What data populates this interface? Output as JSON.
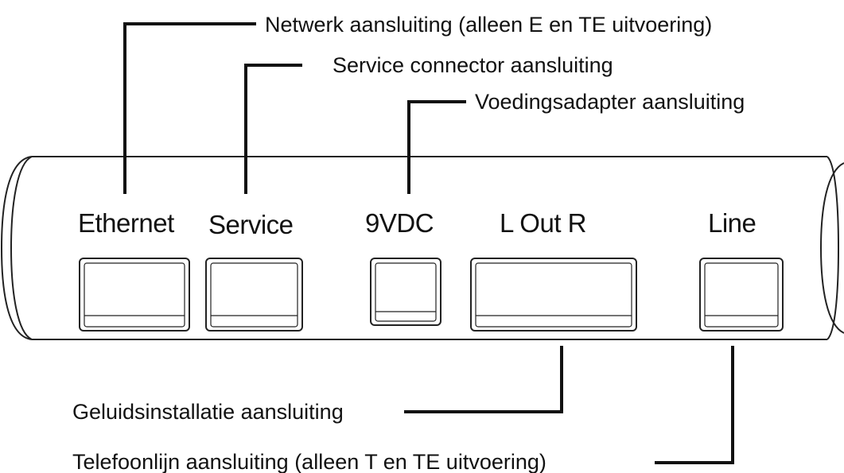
{
  "diagram": {
    "callouts": {
      "network": "Netwerk aansluiting (alleen E en TE uitvoering)",
      "service": "Service connector aansluiting",
      "power": "Voedingsadapter aansluiting",
      "audio": "Geluidsinstallatie aansluiting",
      "phone": "Telefoonlijn aansluiting (alleen T en TE uitvoering)"
    },
    "ports": {
      "ethernet": "Ethernet",
      "service": "Service",
      "power": "9VDC",
      "audio": "L Out R",
      "line": "Line"
    },
    "colors": {
      "line": "#111111",
      "background": "#ffffff"
    }
  }
}
